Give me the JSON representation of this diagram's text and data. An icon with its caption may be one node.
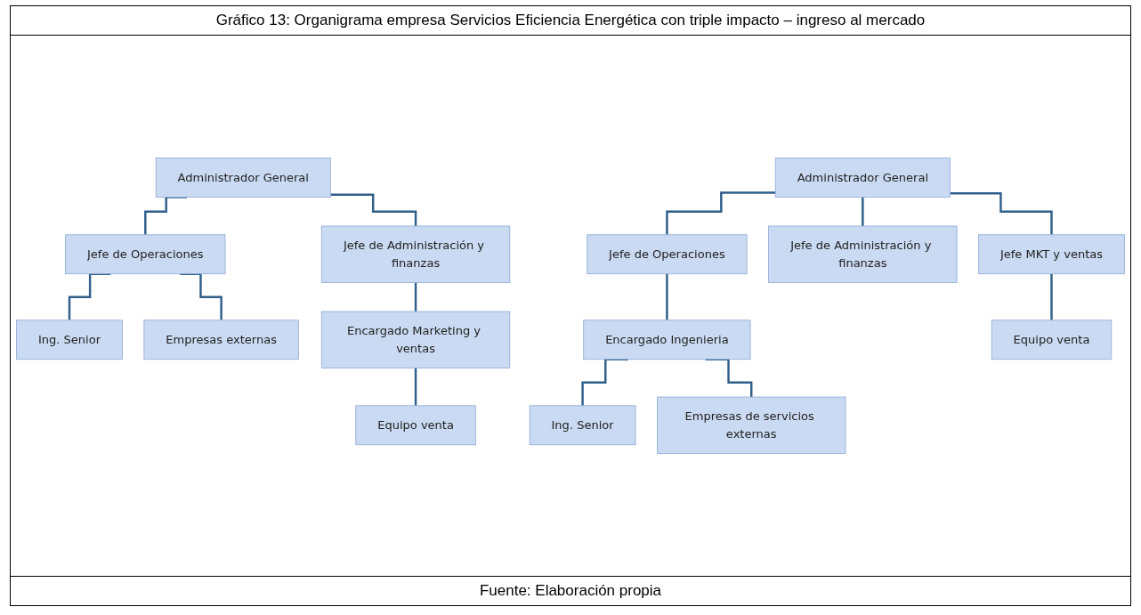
{
  "diagram": {
    "title": "Gráfico 13: Organigrama empresa Servicios Eficiencia Energética con triple impacto – ingreso al mercado",
    "caption": "Fuente: Elaboración propia",
    "nodes": [
      {
        "text": [
          "Administrador General"
        ]
      },
      {
        "text": [
          "Jefe de Operaciones"
        ]
      },
      {
        "text": [
          "Jefe de Administración y finanzas"
        ]
      },
      {
        "text": [
          "Ing. Senior"
        ]
      },
      {
        "text": [
          "Empresas externas"
        ]
      },
      {
        "text": [
          "Encargado Marketing y ventas"
        ]
      },
      {
        "text": [
          "Equipo venta"
        ]
      },
      {
        "text": [
          "Administrador General"
        ]
      },
      {
        "text": [
          "Jefe de Operaciones"
        ]
      },
      {
        "text": [
          "Jefe de Administración y finanzas"
        ]
      },
      {
        "text": [
          "Jefe MKT y ventas"
        ]
      },
      {
        "text": [
          "Encargado Ingenieria"
        ]
      },
      {
        "text": [
          "Equipo venta"
        ]
      },
      {
        "text": [
          "Ing. Senior"
        ]
      },
      {
        "text": [
          "Empresas de servicios externas"
        ]
      }
    ],
    "edges": [
      {
        "from": 0,
        "to": 1,
        "arrow": "none"
      },
      {
        "from": 0,
        "to": 2,
        "arrow": "none"
      },
      {
        "from": 1,
        "to": 3,
        "arrow": "none"
      },
      {
        "from": 1,
        "to": 4,
        "arrow": "none"
      },
      {
        "from": 2,
        "to": 5,
        "arrow": "none"
      },
      {
        "from": 5,
        "to": 6,
        "arrow": "none"
      },
      {
        "from": 7,
        "to": 8,
        "arrow": "none"
      },
      {
        "from": 7,
        "to": 9,
        "arrow": "none"
      },
      {
        "from": 7,
        "to": 10,
        "arrow": "none"
      },
      {
        "from": 8,
        "to": 11,
        "arrow": "none"
      },
      {
        "from": 10,
        "to": 12,
        "arrow": "none"
      },
      {
        "from": 11,
        "to": 13,
        "arrow": "none"
      },
      {
        "from": 11,
        "to": 14,
        "arrow": "none"
      }
    ]
  }
}
